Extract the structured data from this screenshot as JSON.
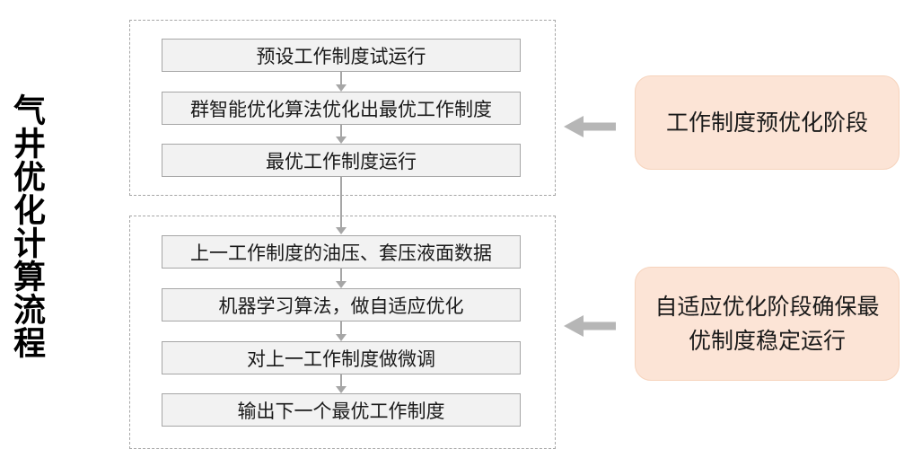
{
  "title": "气井优化计算流程",
  "flow": {
    "stage1": {
      "boxes": [
        "预设工作制度试运行",
        "群智能优化算法优化出最优工作制度",
        "最优工作制度运行"
      ]
    },
    "stage2": {
      "boxes": [
        "上一工作制度的油压、套压液面数据",
        "机器学习算法，做自适应优化",
        "对上一工作制度做微调",
        "输出下一个最优工作制度"
      ]
    }
  },
  "callouts": [
    {
      "lines": [
        "工作制度预优化阶段"
      ]
    },
    {
      "lines": [
        "自适应优化阶段确保最",
        "优制度稳定运行"
      ]
    }
  ],
  "colors": {
    "box_fill": "#f2f2f2",
    "box_border": "#a6a6a6",
    "container_border": "#a6a6a6",
    "connector_arrow": "#a6a6a6",
    "block_arrow": "#b6b6b6",
    "callout_fill": "#fce4d6",
    "text": "#1a1a1a"
  }
}
